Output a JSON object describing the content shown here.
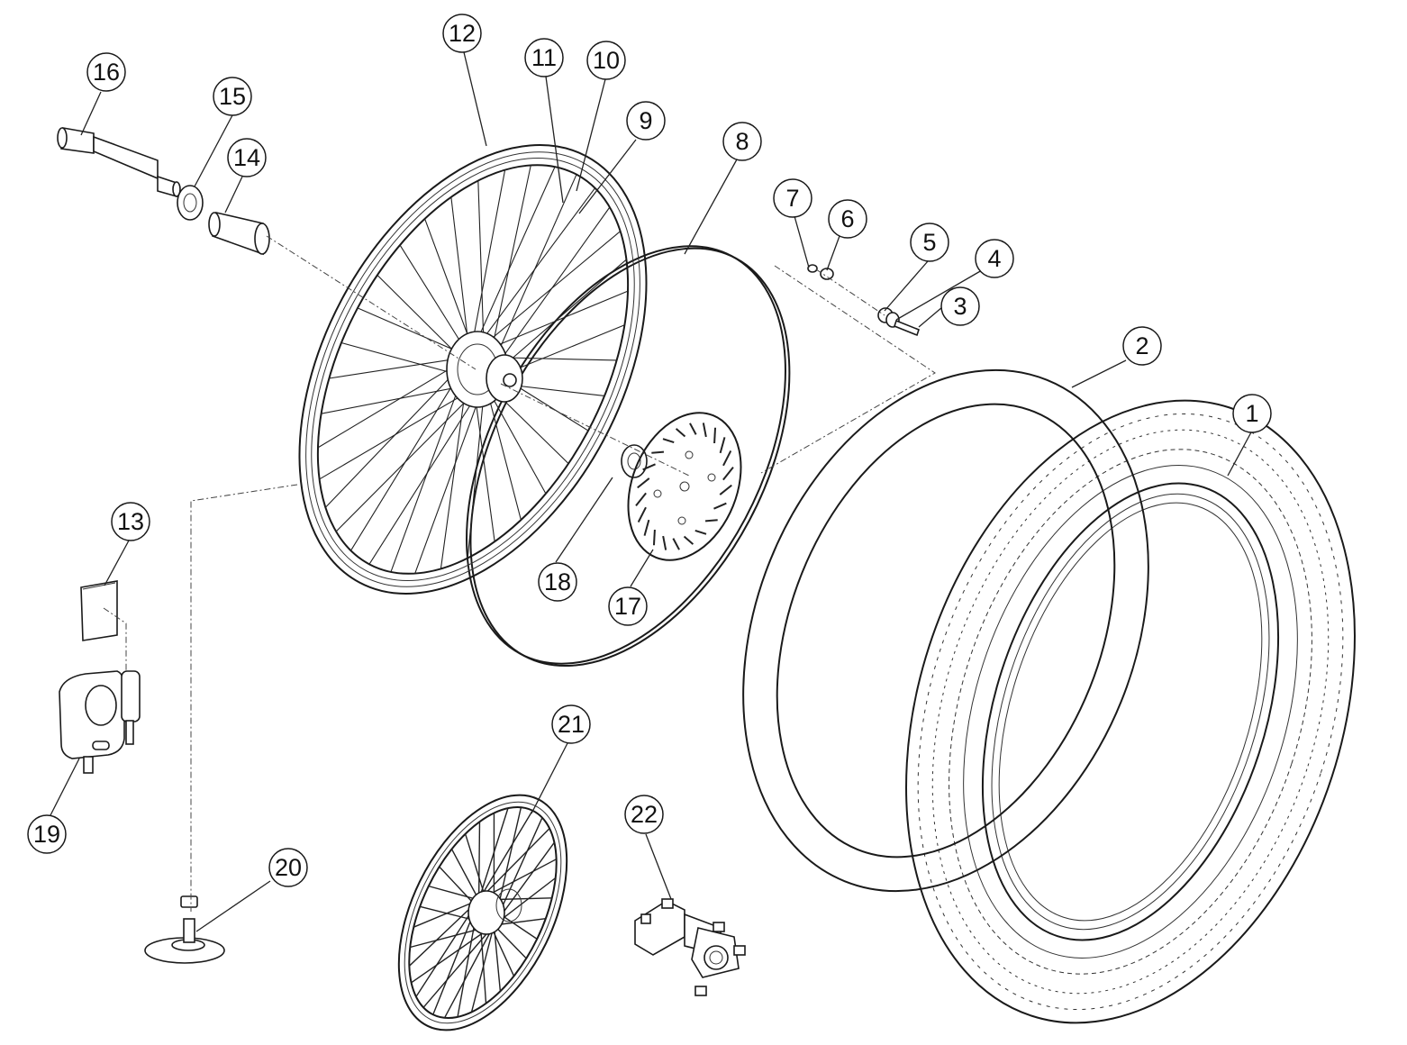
{
  "callouts": [
    {
      "id": "1",
      "label": "1",
      "part": "tyre"
    },
    {
      "id": "2",
      "label": "2",
      "part": "inner-tube"
    },
    {
      "id": "3",
      "label": "3",
      "part": "bolt"
    },
    {
      "id": "4",
      "label": "4",
      "part": "washer"
    },
    {
      "id": "5",
      "label": "5",
      "part": "washer"
    },
    {
      "id": "6",
      "label": "6",
      "part": "washer"
    },
    {
      "id": "7",
      "label": "7",
      "part": "nut"
    },
    {
      "id": "8",
      "label": "8",
      "part": "rim-band"
    },
    {
      "id": "9",
      "label": "9",
      "part": "rim"
    },
    {
      "id": "10",
      "label": "10",
      "part": "spokes"
    },
    {
      "id": "11",
      "label": "11",
      "part": "spokes"
    },
    {
      "id": "12",
      "label": "12",
      "part": "rim"
    },
    {
      "id": "13",
      "label": "13",
      "part": "plate"
    },
    {
      "id": "14",
      "label": "14",
      "part": "spacer"
    },
    {
      "id": "15",
      "label": "15",
      "part": "bearing"
    },
    {
      "id": "16",
      "label": "16",
      "part": "wheel-axle"
    },
    {
      "id": "17",
      "label": "17",
      "part": "brake-disc"
    },
    {
      "id": "18",
      "label": "18",
      "part": "bearing"
    },
    {
      "id": "19",
      "label": "19",
      "part": "rim-lock"
    },
    {
      "id": "20",
      "label": "20",
      "part": "valve"
    },
    {
      "id": "21",
      "label": "21",
      "part": "complete-wheel"
    },
    {
      "id": "22",
      "label": "22",
      "part": "hub"
    }
  ]
}
